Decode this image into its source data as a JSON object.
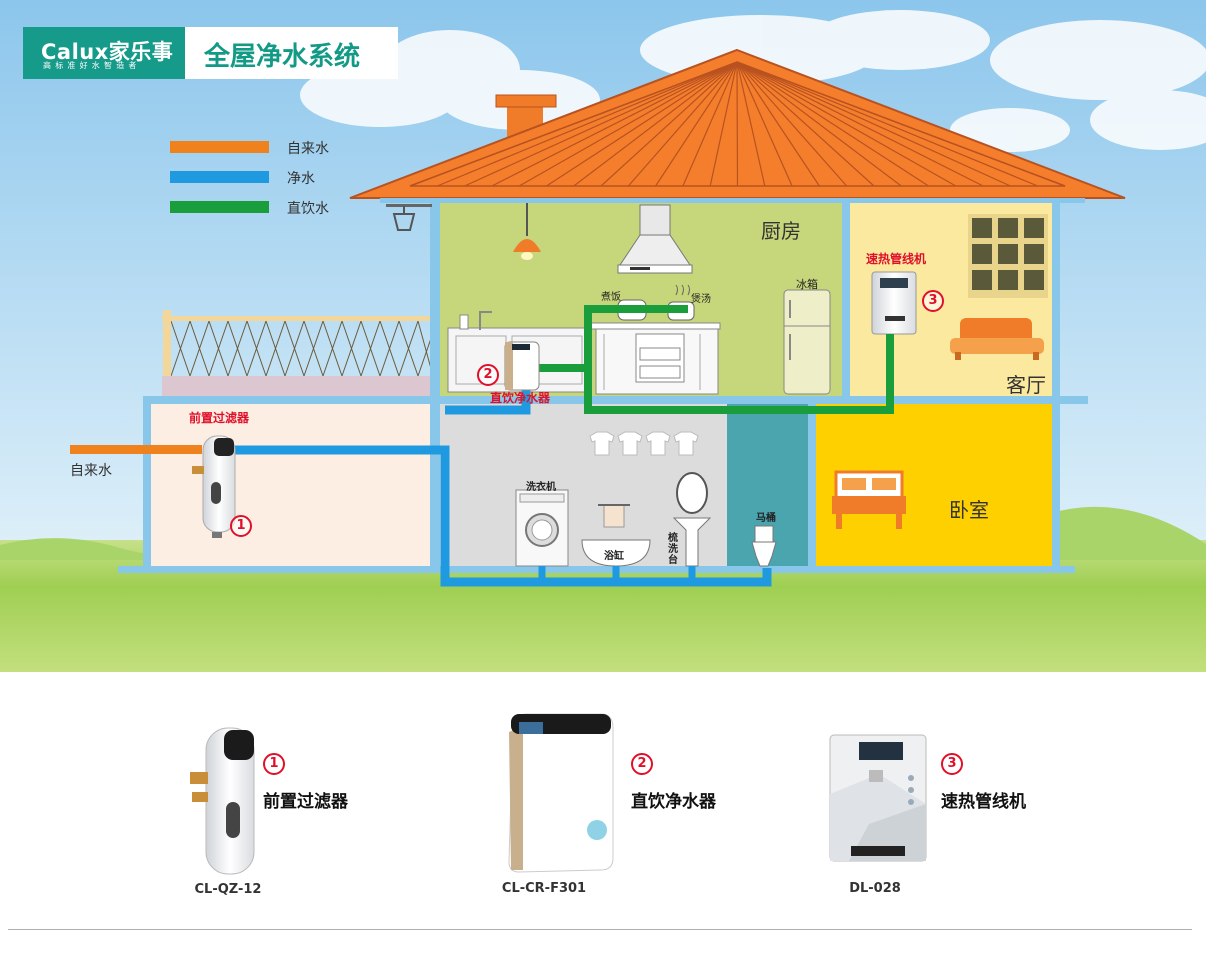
{
  "brand": {
    "logo_text": "Calux家乐事",
    "slogan": "高标准好水智造者"
  },
  "title": "全屋净水系统",
  "legend": [
    {
      "label": "自来水",
      "color": "#f0821e"
    },
    {
      "label": "净水",
      "color": "#1f9ae0"
    },
    {
      "label": "直饮水",
      "color": "#1a9e3c"
    }
  ],
  "rooms": {
    "kitchen": "厨房",
    "living": "客厅",
    "bedroom": "卧室"
  },
  "appliances": {
    "rice_cooker": "煮饭",
    "soup_pot": "煲汤",
    "fridge": "冰箱",
    "washer": "洗衣机",
    "bathtub": "浴缸",
    "basin": "梳洗台",
    "toilet": "马桶"
  },
  "inlet_label": "自来水",
  "callouts": [
    {
      "number": "1",
      "label": "前置过滤器"
    },
    {
      "number": "2",
      "label": "直饮净水器"
    },
    {
      "number": "3",
      "label": "速热管线机"
    }
  ],
  "products": [
    {
      "number": "1",
      "name": "前置过滤器",
      "model": "CL-QZ-12"
    },
    {
      "number": "2",
      "name": "直饮净水器",
      "model": "CL-CR-F301"
    },
    {
      "number": "3",
      "name": "速热管线机",
      "model": "DL-028"
    }
  ],
  "colors": {
    "brand": "#169a8a",
    "tap_water": "#f0821e",
    "pure_water": "#1f9ae0",
    "drinking_water": "#1a9e3c",
    "accent_red": "#e0102a"
  }
}
